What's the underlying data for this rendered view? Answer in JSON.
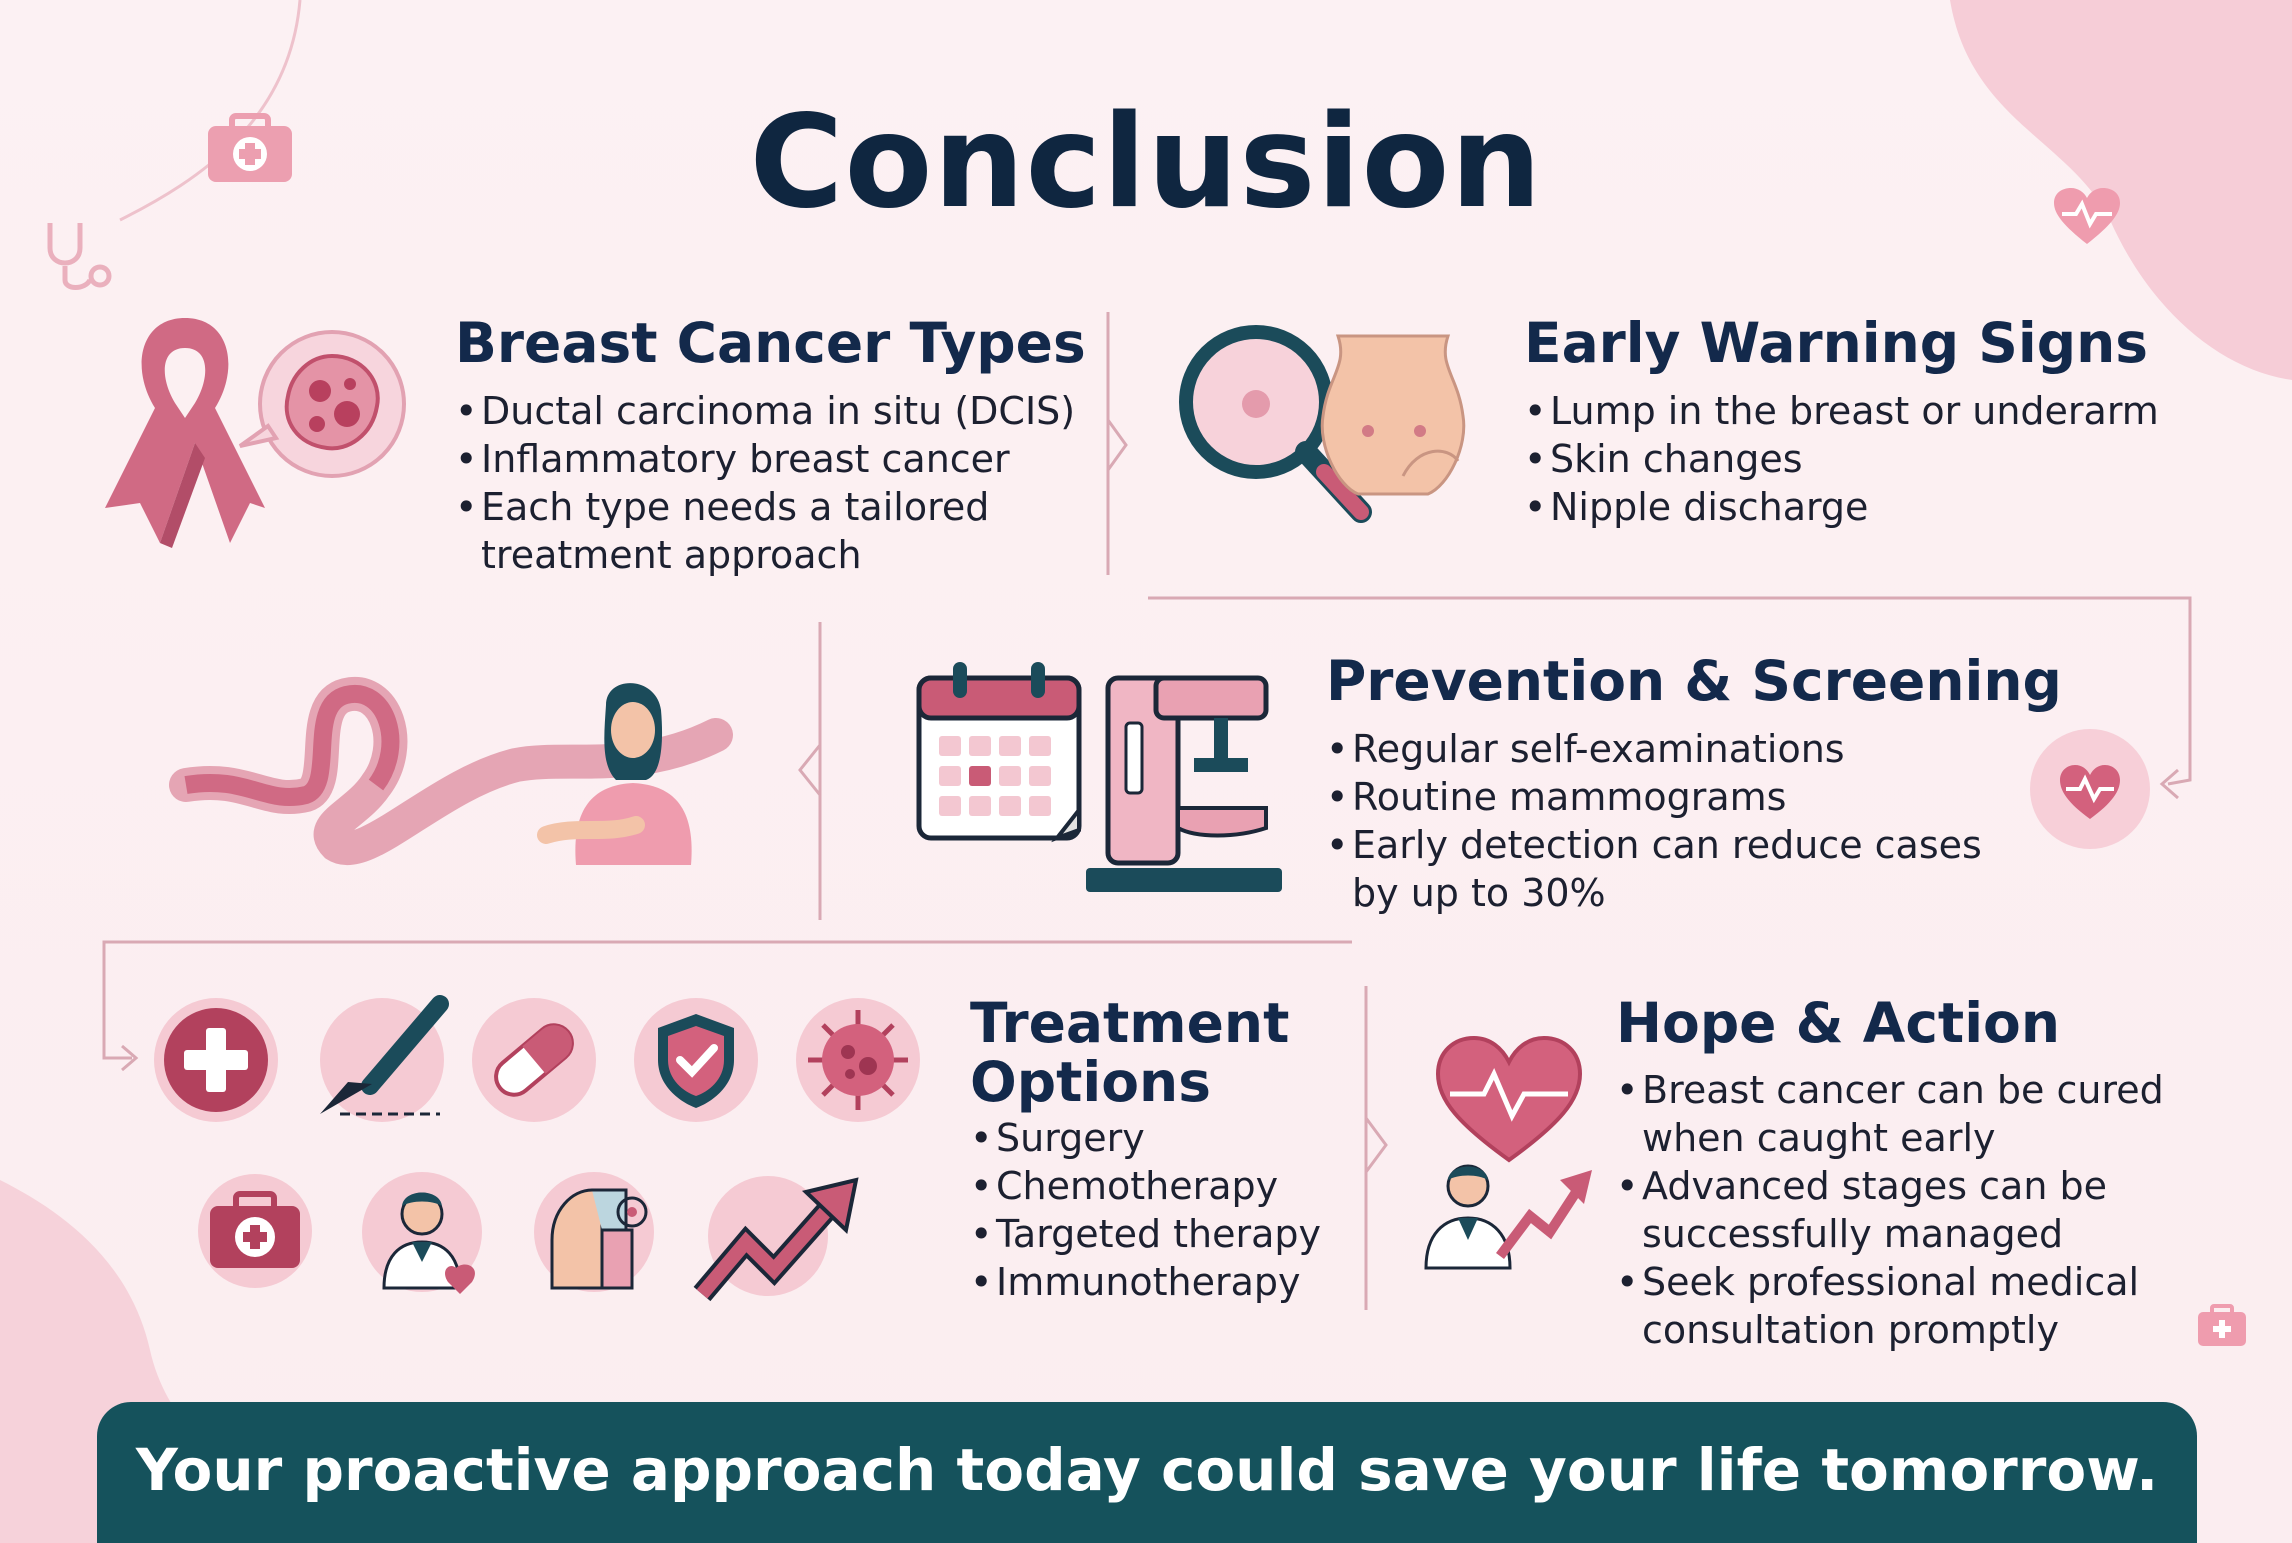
{
  "title": "Conclusion",
  "sections": {
    "types": {
      "heading": "Breast Cancer Types",
      "bullets": [
        "Ductal carcinoma in situ (DCIS)",
        "Inflammatory breast cancer",
        "Each type needs a tailored treatment approach"
      ]
    },
    "warning": {
      "heading": "Early Warning Signs",
      "bullets": [
        "Lump in the breast or underarm",
        "Skin changes",
        "Nipple discharge"
      ]
    },
    "prevention": {
      "heading": "Prevention & Screening",
      "bullets": [
        "Regular self-examinations",
        "Routine mammograms",
        "Early detection can reduce cases by up to 30%"
      ]
    },
    "treatment": {
      "heading_line1": "Treatment",
      "heading_line2": "Options",
      "bullets": [
        "Surgery",
        "Chemotherapy",
        "Targeted therapy",
        "Immunotherapy"
      ]
    },
    "hope": {
      "heading": "Hope & Action",
      "bullets": [
        "Breast cancer can be cured when caught early",
        "Advanced stages can be successfully managed",
        "Seek professional medical consultation promptly"
      ]
    }
  },
  "banner": "Your proactive approach today could save your life tomorrow.",
  "colors": {
    "navy": "#13294b",
    "rose": "#c95b76",
    "rose_light": "#f3c7d1",
    "teal": "#15525c"
  },
  "icons": [
    "first-aid-kit-icon",
    "stethoscope-icon",
    "heart-pulse-icon",
    "pink-ribbon-icon",
    "cancer-cell-icon",
    "magnifying-glass-icon",
    "breast-torso-icon",
    "woman-self-exam-icon",
    "calendar-icon",
    "mammogram-machine-icon",
    "medical-cross-icon",
    "scalpel-icon",
    "pill-icon",
    "shield-check-icon",
    "virus-icon",
    "doctor-icon",
    "body-scan-icon",
    "trend-up-arrow-icon",
    "heart-icon"
  ]
}
